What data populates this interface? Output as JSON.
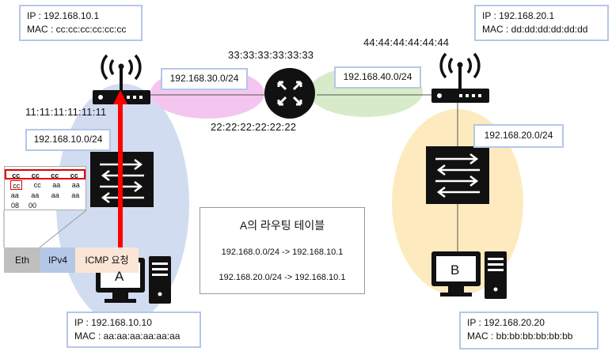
{
  "hosts": {
    "router_a": {
      "ip": "IP : 192.168.10.1",
      "mac": "MAC : cc:cc:cc:cc:cc:cc"
    },
    "router_b": {
      "ip": "IP : 192.168.20.1",
      "mac": "MAC : dd:dd:dd:dd:dd:dd"
    },
    "pc_a": {
      "ip": "IP : 192.168.10.10",
      "mac": "MAC : aa:aa:aa:aa:aa:aa",
      "label": "A"
    },
    "pc_b": {
      "ip": "IP : 192.168.20.20",
      "mac": "MAC : bb:bb:bb:bb:bb:bb",
      "label": "B"
    }
  },
  "networks": {
    "net_30": "192.168.30.0/24",
    "net_40": "192.168.40.0/24",
    "net_10": "192.168.10.0/24",
    "net_20": "192.168.20.0/24"
  },
  "macs": {
    "router_a_wan": "11:11:11:11:11:11",
    "core_left": "22:22:22:22:22:22",
    "core_top": "33:33:33:33:33:33",
    "router_b_wan": "44:44:44:44:44:44"
  },
  "routing_table": {
    "title": "A의 라우팅 테이블",
    "rows": [
      "192.168.0.0/24 -> 192.168.10.1",
      "192.168.20.0/24 -> 192.168.10.1"
    ]
  },
  "packet": {
    "eth": "Eth",
    "ipv4": "IPv4",
    "icmp": "ICMP 요청"
  },
  "frame": {
    "row1": [
      "cc",
      "cc",
      "cc",
      "cc"
    ],
    "row2": [
      "cc",
      "cc",
      "aa",
      "aa"
    ],
    "row3": [
      "aa",
      "aa",
      "aa",
      "aa"
    ],
    "row4": [
      "08",
      "00"
    ]
  },
  "colors": {
    "box_border": "#b4c7e7",
    "lan_a": "#c9d6ee",
    "lan_b": "#fde9b8",
    "wan_30": "#f4c6ef",
    "wan_40": "#d8ebc9",
    "request_arrow": "#ff0000"
  }
}
